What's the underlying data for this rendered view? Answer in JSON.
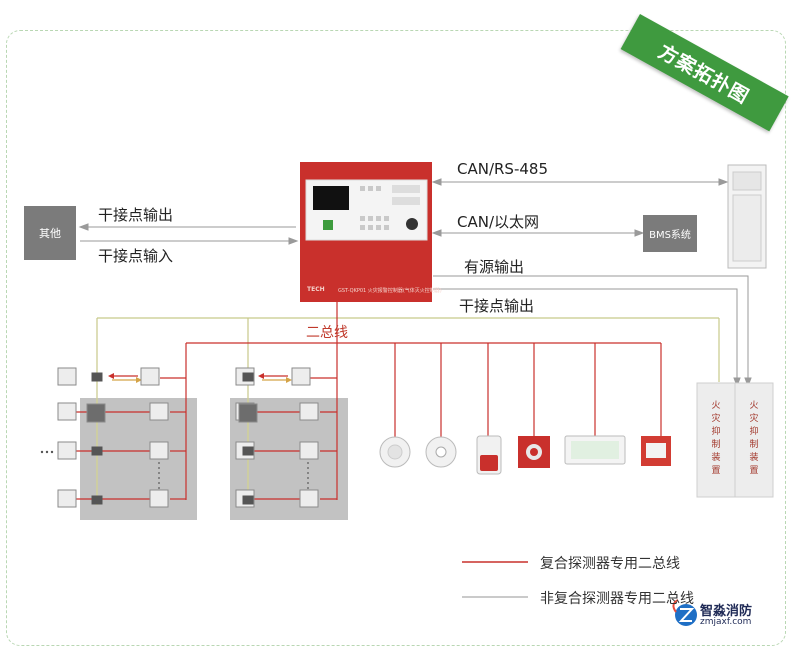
{
  "banner": {
    "title": "方案拓扑图"
  },
  "boxes": {
    "other": "其他",
    "bms": "BMS系统"
  },
  "connections": {
    "dry_out_left": "干接点输出",
    "dry_in_left": "干接点输入",
    "can_rs485": "CAN/RS-485",
    "can_ethernet": "CAN/以太网",
    "active_output": "有源输出",
    "dry_out_right": "干接点输出",
    "two_bus": "二总线"
  },
  "panel": {
    "brand": "TECH",
    "model": "GST-QKP01 火灾报警控制器(气体灭火控制器)"
  },
  "extinguisher": {
    "left": "火灾抑制装置",
    "right": "火灾抑制装置"
  },
  "legend": {
    "composite": "复合探测器专用二总线",
    "non_composite": "非复合探测器专用二总线"
  },
  "logo": {
    "name": "智淼消防",
    "url": "zmjaxf.com"
  },
  "colors": {
    "panel_red": "#c9302c",
    "bus_red": "#c9302c",
    "bus_olive": "#c8c98a",
    "bus_gray": "#b9b9b9",
    "box_gray": "#7b7b7b",
    "banner_green": "#3f9a3f"
  },
  "icons": [
    "smoke-detector-icon",
    "heat-detector-icon",
    "sounder-strobe-icon",
    "manual-release-button-icon",
    "exit-sign-icon",
    "manual-call-point-icon"
  ]
}
